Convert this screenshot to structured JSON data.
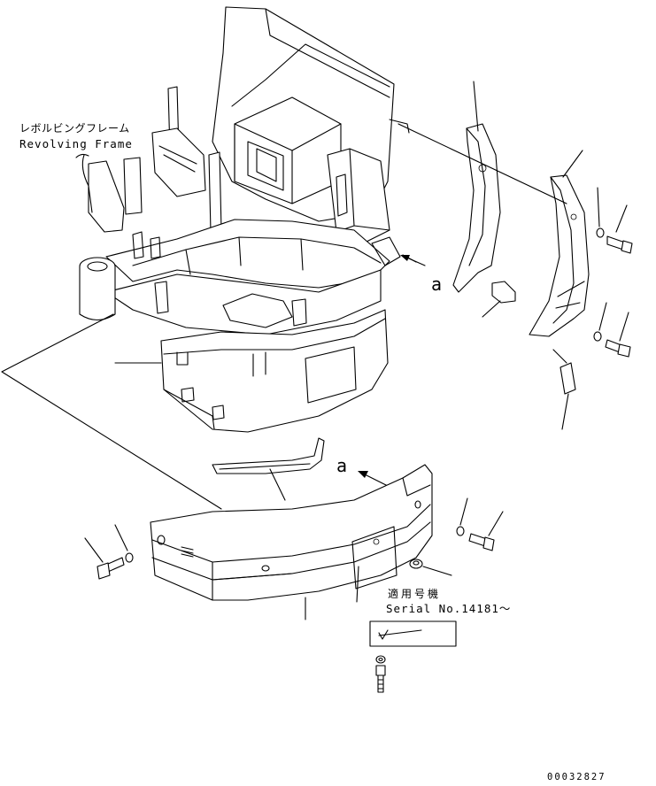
{
  "labels": {
    "revolving_frame_jp": "レボルビングフレーム",
    "revolving_frame_en": "Revolving Frame",
    "view_ref_1": "a",
    "view_ref_2": "a",
    "serial_jp": "適用号機",
    "serial_en": "Serial No.14181～",
    "drawing_code": "00032827"
  },
  "colors": {
    "line": "#000000",
    "background": "#ffffff"
  }
}
